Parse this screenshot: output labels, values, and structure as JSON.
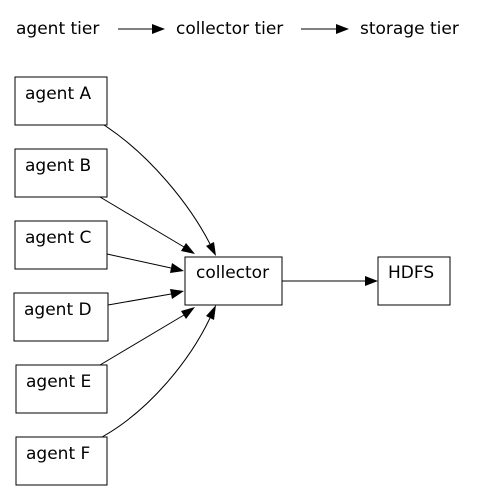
{
  "tiers": {
    "agent": "agent tier",
    "collector": "collector tier",
    "storage": "storage tier"
  },
  "nodes": {
    "agent_a": "agent A",
    "agent_b": "agent B",
    "agent_c": "agent C",
    "agent_d": "agent D",
    "agent_e": "agent E",
    "agent_f": "agent F",
    "collector": "collector",
    "hdfs": "HDFS"
  }
}
